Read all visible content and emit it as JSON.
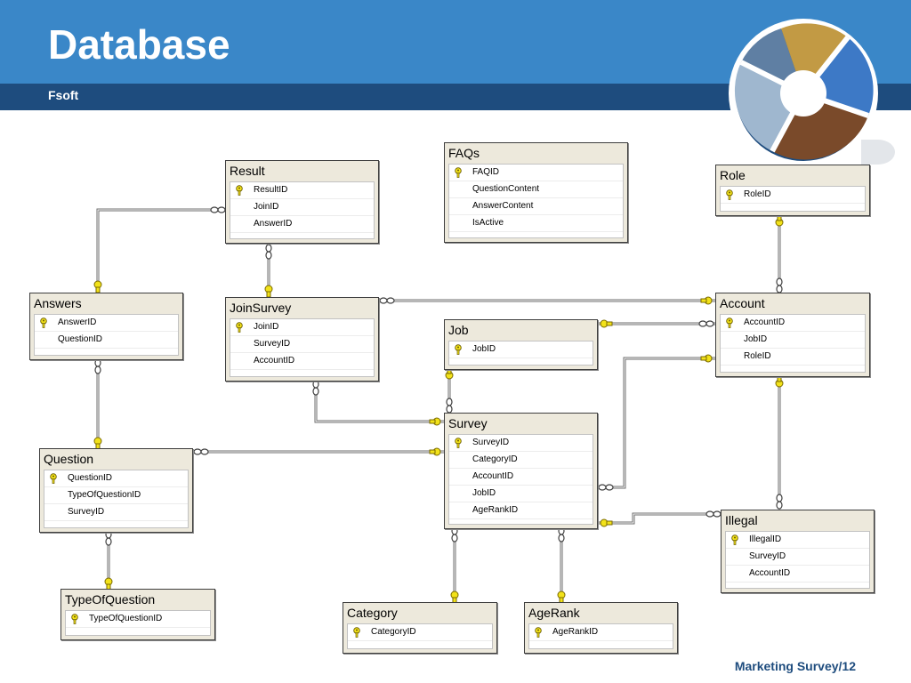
{
  "slide": {
    "title": "Database",
    "subtitle": "Fsoft",
    "footer": "Marketing Survey/12"
  },
  "tables": {
    "faqs": {
      "name": "FAQs",
      "columns": [
        {
          "n": "FAQID",
          "pk": true
        },
        {
          "n": "QuestionContent",
          "pk": false
        },
        {
          "n": "AnswerContent",
          "pk": false
        },
        {
          "n": "IsActive",
          "pk": false
        }
      ]
    },
    "result": {
      "name": "Result",
      "columns": [
        {
          "n": "ResultID",
          "pk": true
        },
        {
          "n": "JoinID",
          "pk": false
        },
        {
          "n": "AnswerID",
          "pk": false
        }
      ]
    },
    "role": {
      "name": "Role",
      "columns": [
        {
          "n": "RoleID",
          "pk": true
        }
      ]
    },
    "answers": {
      "name": "Answers",
      "columns": [
        {
          "n": "AnswerID",
          "pk": true
        },
        {
          "n": "QuestionID",
          "pk": false
        }
      ]
    },
    "joinsurvey": {
      "name": "JoinSurvey",
      "columns": [
        {
          "n": "JoinID",
          "pk": true
        },
        {
          "n": "SurveyID",
          "pk": false
        },
        {
          "n": "AccountID",
          "pk": false
        }
      ]
    },
    "account": {
      "name": "Account",
      "columns": [
        {
          "n": "AccountID",
          "pk": true
        },
        {
          "n": "JobID",
          "pk": false
        },
        {
          "n": "RoleID",
          "pk": false
        }
      ]
    },
    "job": {
      "name": "Job",
      "columns": [
        {
          "n": "JobID",
          "pk": true
        }
      ]
    },
    "survey": {
      "name": "Survey",
      "columns": [
        {
          "n": "SurveyID",
          "pk": true
        },
        {
          "n": "CategoryID",
          "pk": false
        },
        {
          "n": "AccountID",
          "pk": false
        },
        {
          "n": "JobID",
          "pk": false
        },
        {
          "n": "AgeRankID",
          "pk": false
        }
      ]
    },
    "question": {
      "name": "Question",
      "columns": [
        {
          "n": "QuestionID",
          "pk": true
        },
        {
          "n": "TypeOfQuestionID",
          "pk": false
        },
        {
          "n": "SurveyID",
          "pk": false
        }
      ]
    },
    "illegal": {
      "name": "Illegal",
      "columns": [
        {
          "n": "IllegalID",
          "pk": true
        },
        {
          "n": "SurveyID",
          "pk": false
        },
        {
          "n": "AccountID",
          "pk": false
        }
      ]
    },
    "typeofquestion": {
      "name": "TypeOfQuestion",
      "columns": [
        {
          "n": "TypeOfQuestionID",
          "pk": true
        }
      ]
    },
    "category": {
      "name": "Category",
      "columns": [
        {
          "n": "CategoryID",
          "pk": true
        }
      ]
    },
    "agerank": {
      "name": "AgeRank",
      "columns": [
        {
          "n": "AgeRankID",
          "pk": true
        }
      ]
    }
  },
  "colors": {
    "header_light": "#3a87c8",
    "header_dark": "#1e4c7e",
    "key_yellow": "#f2e21a",
    "line": "#6e6e6e"
  }
}
